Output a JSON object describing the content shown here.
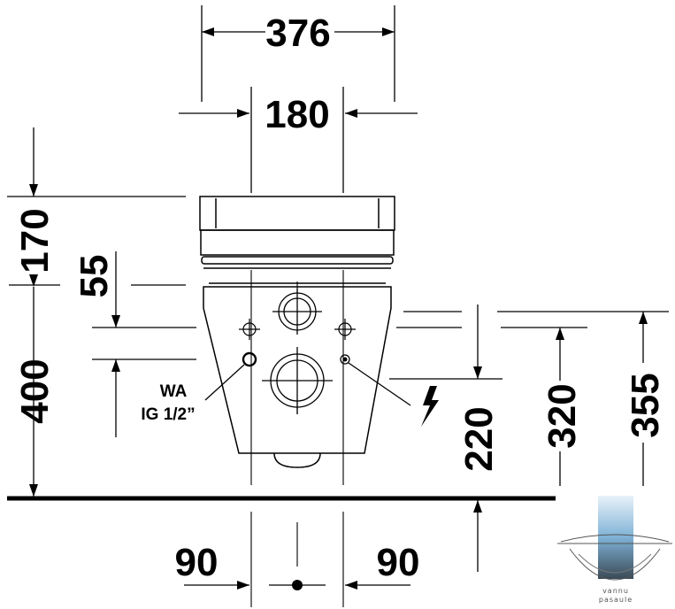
{
  "dimensions": {
    "total_width": "376",
    "seat_width": "180",
    "seat_height": "170",
    "seat_gap": "55",
    "mount_height": "400",
    "inlet_height": "220",
    "outlet_height": "320",
    "top_height": "355",
    "offset_left": "90",
    "offset_right": "90"
  },
  "labels": {
    "water_connection": "WA",
    "thread_size": "IG 1/2”"
  },
  "watermark": {
    "line1": "vannu",
    "line2": "pasaule"
  },
  "colors": {
    "line": "#000000",
    "watermark_blue": "#7fb2d6",
    "watermark_dark": "#3a3a3a"
  },
  "icons": [
    "electrical-bolt-icon",
    "drain-connection-icon",
    "center-point-icon"
  ]
}
